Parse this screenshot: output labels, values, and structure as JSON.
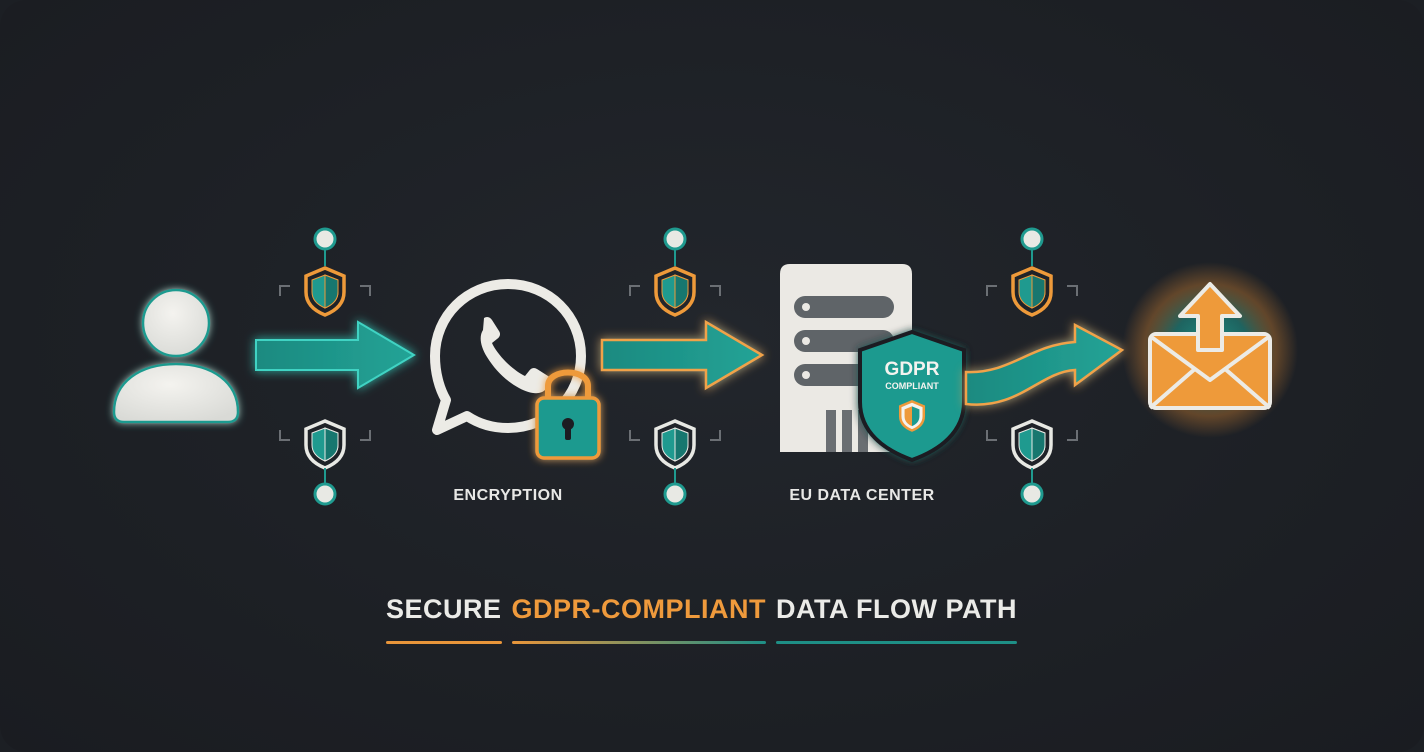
{
  "labels": {
    "encryption": "ENCRYPTION",
    "datacenter": "EU DATA CENTER",
    "gdpr_badge_line1": "GDPR",
    "gdpr_badge_line2": "COMPLIANT"
  },
  "title": {
    "part1": "SECURE",
    "part2": "GDPR-COMPLIANT",
    "part3": "DATA FLOW PATH"
  },
  "colors": {
    "teal": "#1f9a8f",
    "orange": "#ee9a3a",
    "background": "#1c1f24",
    "light": "#ebe9e4"
  },
  "icons": [
    "user-icon",
    "whatsapp-icon",
    "padlock-icon",
    "server-icon",
    "shield-icon",
    "envelope-icon"
  ]
}
